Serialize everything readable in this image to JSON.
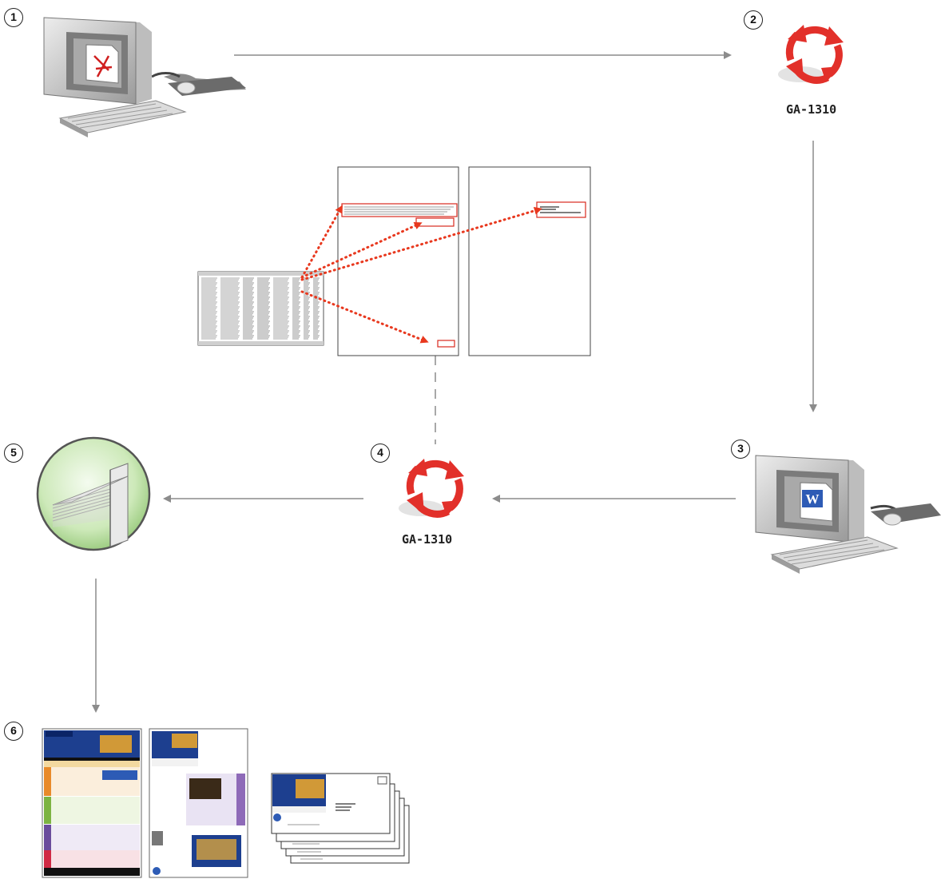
{
  "steps": [
    {
      "number": "1",
      "icon": "computer-acrobat-icon"
    },
    {
      "number": "2",
      "icon": "server-cycle-icon",
      "label": "GA-1310"
    },
    {
      "number": "3",
      "icon": "computer-word-icon"
    },
    {
      "number": "4",
      "icon": "server-cycle-icon",
      "label": "GA-1310"
    },
    {
      "number": "5",
      "icon": "paper-stack-icon"
    },
    {
      "number": "6",
      "icon": "printed-documents-icon"
    }
  ],
  "colors": {
    "arrow": "#8c8c8c",
    "cycle": "#e2302a",
    "dotted_link": "#e8381e",
    "field_box": "#d82a1e",
    "circle_green": "#bfe3a8",
    "ocean_blue": "#1d3f8f"
  }
}
